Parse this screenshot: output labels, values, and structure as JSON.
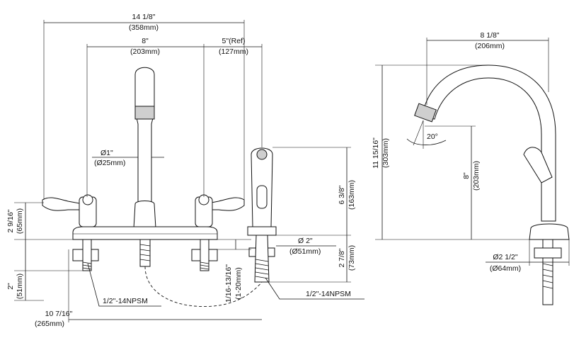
{
  "dimensions": {
    "overall_width": {
      "value": "14 1/8\"",
      "metric": "(358mm)"
    },
    "center_spread": {
      "value": "8\"",
      "metric": "(203mm)"
    },
    "sprayer_offset": {
      "value": "5\"(Ref)",
      "metric": "(127mm)"
    },
    "spout_diameter": {
      "value": "Ø1\"",
      "metric": "(Ø25mm)"
    },
    "handle_height": {
      "value": "2 9/16\"",
      "metric": "(65mm)"
    },
    "shank_length": {
      "value": "2\"",
      "metric": "(51mm)"
    },
    "base_length": {
      "value": "10  7/16\"",
      "metric": "(265mm)"
    },
    "deck_thickness": {
      "value": "1/16-13/16\"",
      "metric": "(1-20mm)"
    },
    "sprayer_height": {
      "value": "6 3/8\"",
      "metric": "(163mm)"
    },
    "sprayer_base_dia": {
      "value": "Ø 2\"",
      "metric": "(Ø51mm)"
    },
    "sprayer_shank": {
      "value": "2 7/8\"",
      "metric": "(73mm)"
    },
    "side_reach": {
      "value": "8 1/8\"",
      "metric": "(206mm)"
    },
    "side_height": {
      "value": "11 15/16\"",
      "metric": "(303mm)"
    },
    "spout_clearance": {
      "value": "8\"",
      "metric": "(203mm)"
    },
    "spout_angle": {
      "value": "20°"
    },
    "base_diameter": {
      "value": "Ø2 1/2\"",
      "metric": "(Ø64mm)"
    }
  },
  "callouts": {
    "left_thread": "1/2\"-14NPSM",
    "right_thread": "1/2\"-14NPSM"
  }
}
